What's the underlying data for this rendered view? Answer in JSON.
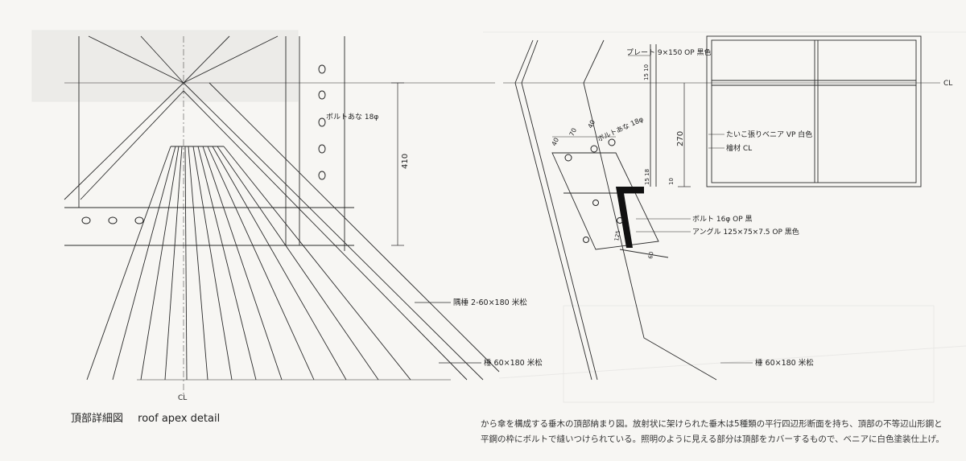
{
  "caption": {
    "title_ja": "頂部詳細図",
    "title_en": "roof apex detail"
  },
  "description": {
    "line1": "から傘を構成する垂木の頂部納まり図。放射状に架けられた垂木は5種類の平行四辺形断面を持ち、頂部の不等辺山形鋼と",
    "line2": "平鋼の枠にボルトで縫いつけられている。照明のように見える部分は頂部をカバーするもので、ベニアに白色塗装仕上げ。"
  },
  "left_drawing": {
    "cl_label": "CL",
    "bolt_hole_label": "ボルトあな 18φ",
    "dim_410": "410",
    "hip_rafter_label": "隅棰 2-60×180 米松",
    "rafter_label": "棰 60×180 米松"
  },
  "right_drawing": {
    "cl_label": "CL",
    "plate_label": "プレート 9×150 OP 黒色",
    "dim_40a": "40",
    "dim_70": "70",
    "dim_40b": "40",
    "bolt_hole_label": "ボルトあな 18φ",
    "dim_270": "270",
    "dim_15_10": "15 10",
    "dim_15_18": "15 18",
    "dim_10": "10",
    "cover_label": "たいこ張りベニア VP 白色",
    "timber_label": "檜材 CL",
    "bolt_label": "ボルト 16φ OP 黒",
    "angle_label": "アングル 125×75×7.5 OP 黒色",
    "dim_125": "125",
    "dim_60": "60",
    "rafter_label": "棰 60×180 米松"
  }
}
